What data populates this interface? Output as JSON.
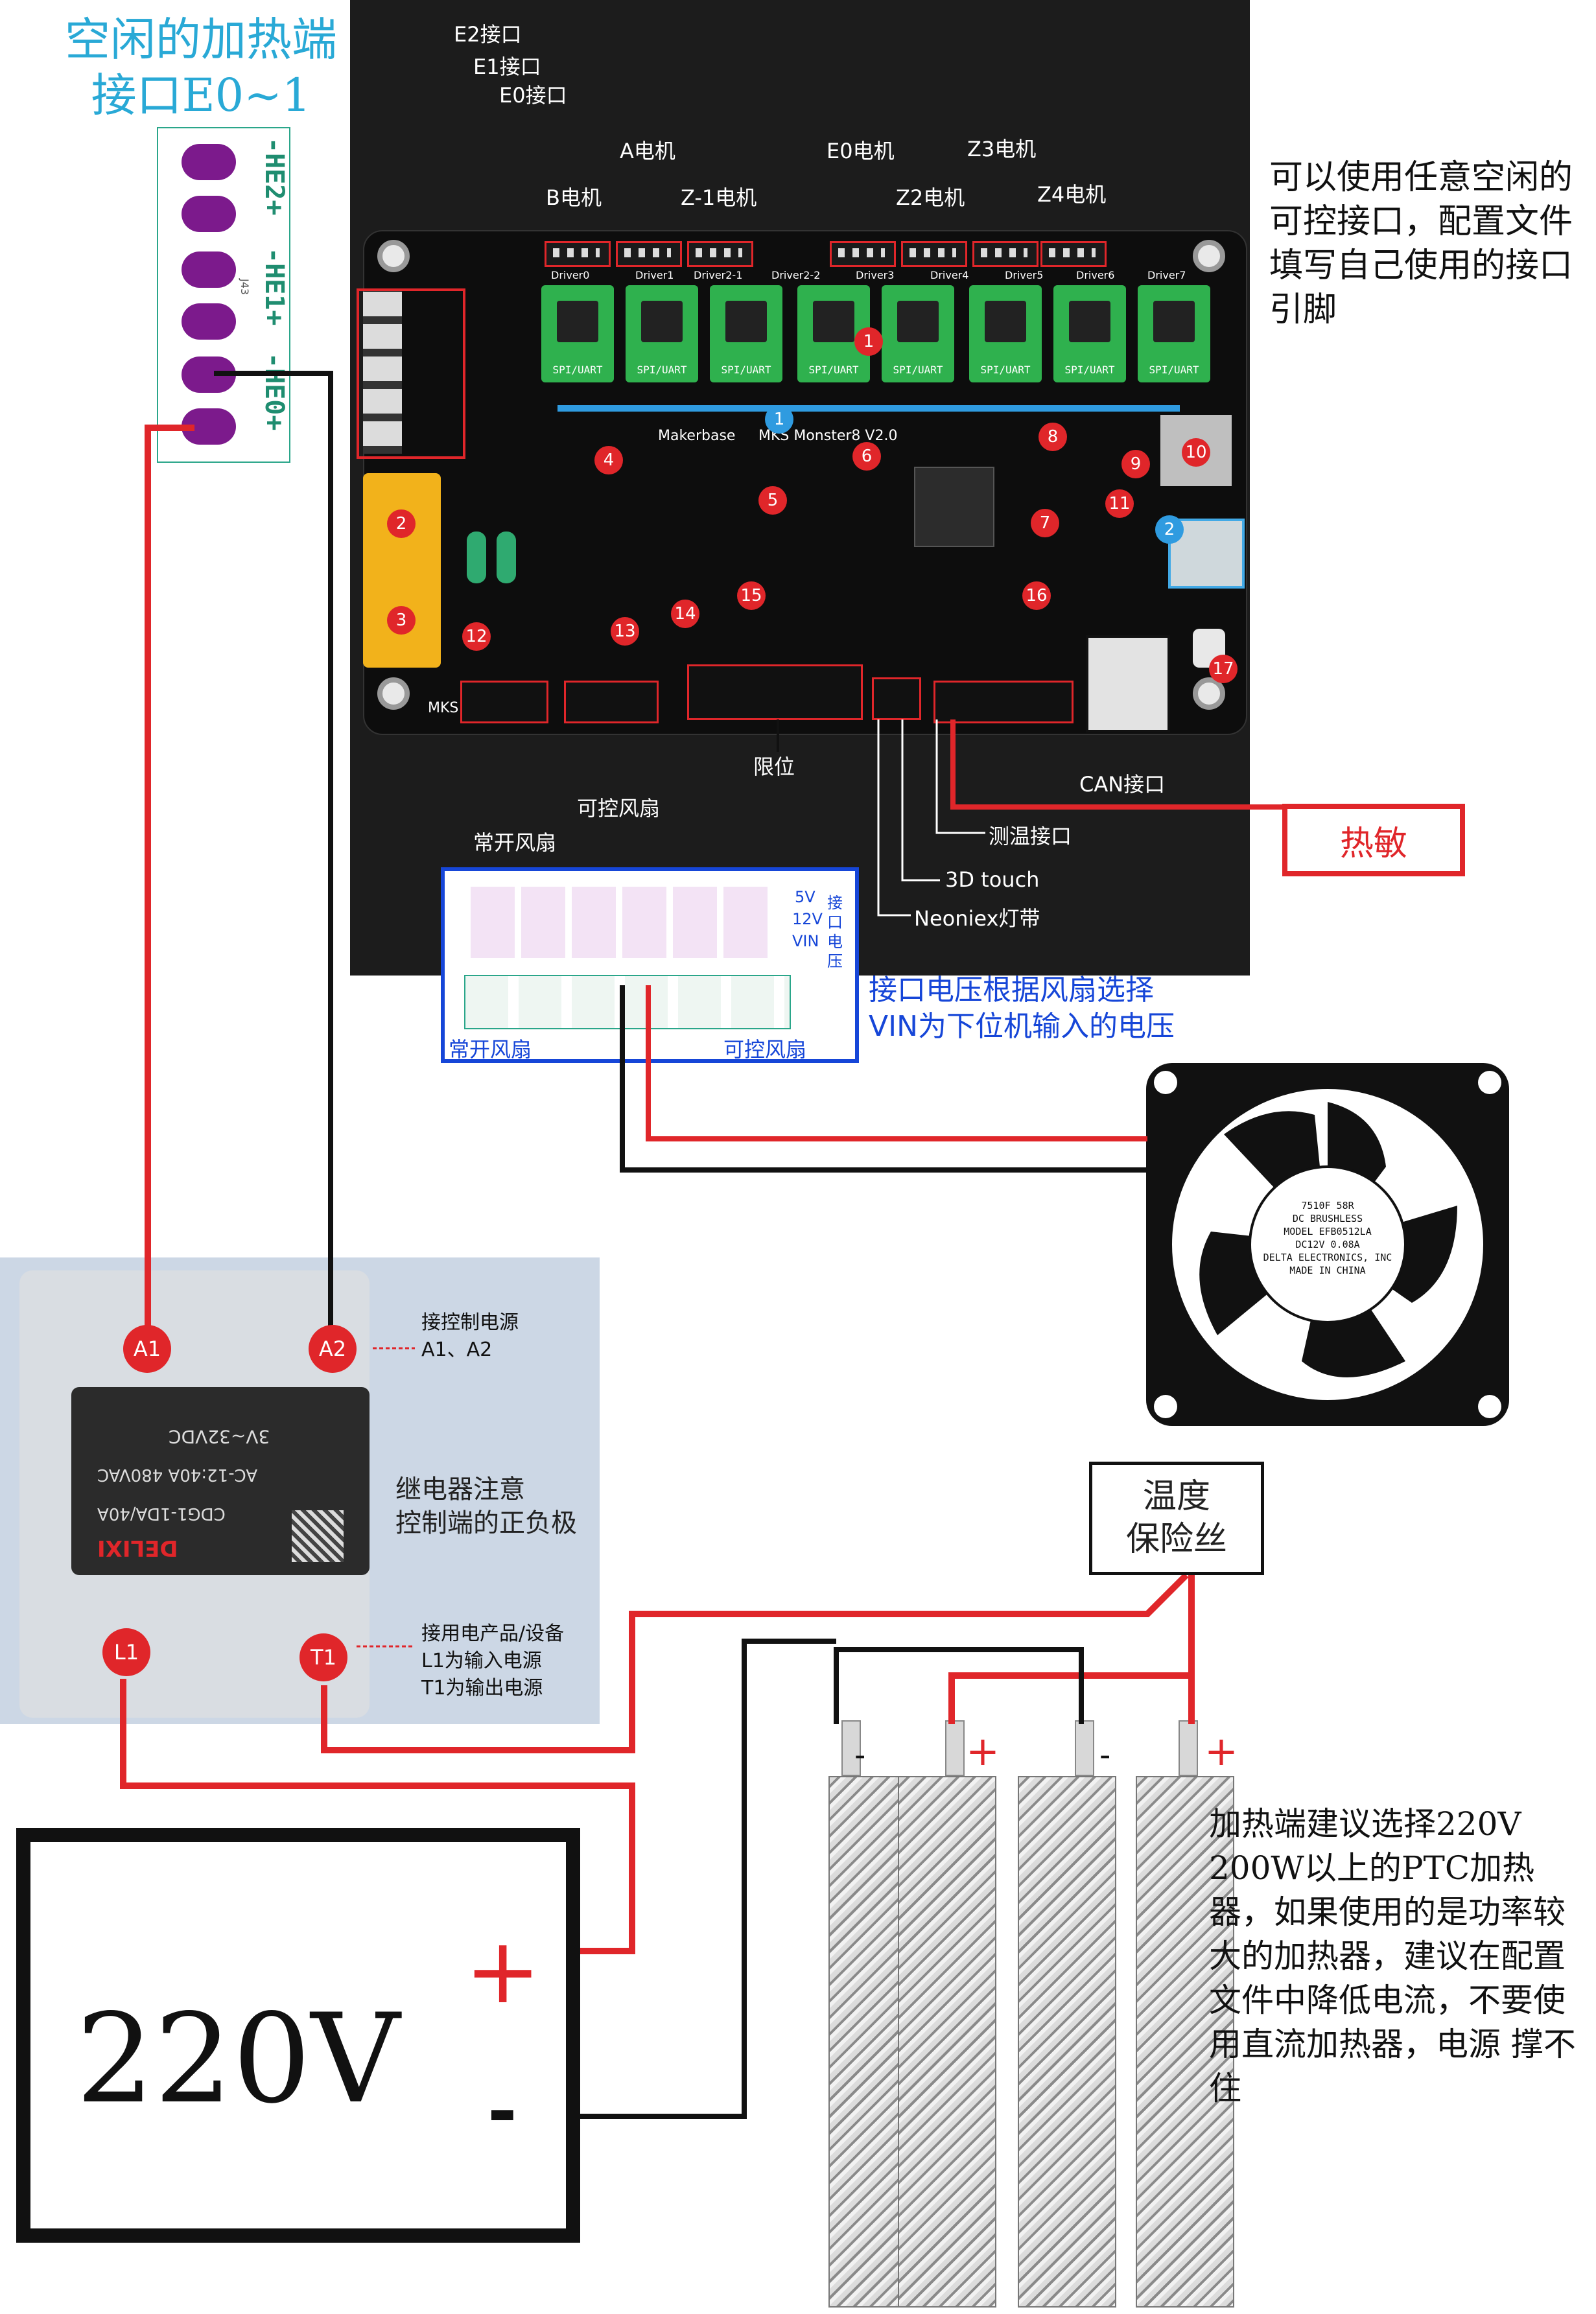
{
  "heater_connector": {
    "title_line1": "空闲的加热端",
    "title_line2": "接口E0~1",
    "pins": [
      "-HE2+",
      "-HE1+",
      "-HE0+"
    ],
    "silk": "J43"
  },
  "board": {
    "brand": "Makerbase",
    "model": "MKS Monster8 V2.0",
    "logo": "MKS",
    "labels": {
      "e2": "E2接口",
      "e1": "E1接口",
      "e0": "E0接口",
      "a_motor": "A电机",
      "b_motor": "B电机",
      "z1_motor": "Z-1电机",
      "e0_motor": "E0电机",
      "z2_motor": "Z2电机",
      "z3_motor": "Z3电机",
      "z4_motor": "Z4电机",
      "always_fan": "常开风扇",
      "ctrl_fan": "可控风扇",
      "limit": "限位",
      "can": "CAN接口",
      "temp": "测温接口",
      "touch": "3D touch",
      "neopixel": "Neoniex灯带"
    },
    "drivers": [
      "Driver0",
      "Driver1",
      "Driver2-1",
      "Driver2-2",
      "Driver3",
      "Driver4",
      "Driver5",
      "Driver6",
      "Driver7"
    ],
    "driver_chip_label": "SPI/UART",
    "badges": [
      "1",
      "2",
      "3",
      "4",
      "5",
      "6",
      "7",
      "8",
      "9",
      "10",
      "11",
      "12",
      "13",
      "14",
      "15",
      "16",
      "17"
    ],
    "badge_blue": [
      "1",
      "2"
    ]
  },
  "right_note": "可以使用任意空闲的可控接口，配置文件填写自己使用的接口引脚",
  "thermistor_box": "热敏",
  "fan_connector": {
    "voltages": [
      "5V",
      "12V",
      "VIN"
    ],
    "side_label": "接口电压",
    "left_label": "常开风扇",
    "right_label": "可控风扇",
    "note_line1": "接口电压根据风扇选择",
    "note_line2": "VIN为下位机输入的电压"
  },
  "fan": {
    "line1": "DC BRUSHLESS",
    "line2": "MODEL  EFB0512LA",
    "line3": "DC12V  0.08A",
    "line4": "DELTA ELECTRONICS, INC",
    "line5": "MADE IN CHINA",
    "badge_code": "7510F 58R"
  },
  "relay": {
    "a1": "A1",
    "a2": "A2",
    "l1": "L1",
    "t1": "T1",
    "rating1": "3V~32VDC",
    "rating2": "AC-12:40A 480VAC",
    "model": "CDG1-1DA/40A",
    "brand": "DELIXI",
    "note_control": [
      "接控制电源",
      "A1、A2"
    ],
    "note_polarity": [
      "继电器注意",
      "控制端的正负极"
    ],
    "note_load": [
      "接用电产品/设备",
      "L1为输入电源",
      "T1为输出电源"
    ]
  },
  "fuse_box": [
    "温度",
    "保险丝"
  ],
  "psu": {
    "label": "220V",
    "plus": "+",
    "minus": "-"
  },
  "heater_terminals": [
    "-",
    "+",
    "-",
    "+"
  ],
  "heater_note": "加热端建议选择220V 200W以上的PTC加热器，如果使用的是功率较大的加热器，建议在配置文件中降低电流，不要使用直流加热器，电源 撑不住",
  "colors": {
    "red_wire": "#e0262a",
    "black_wire": "#111111",
    "purple_pad": "#7c1a8c",
    "cyan_title": "#29a9d6",
    "blue_border": "#1646d8"
  }
}
